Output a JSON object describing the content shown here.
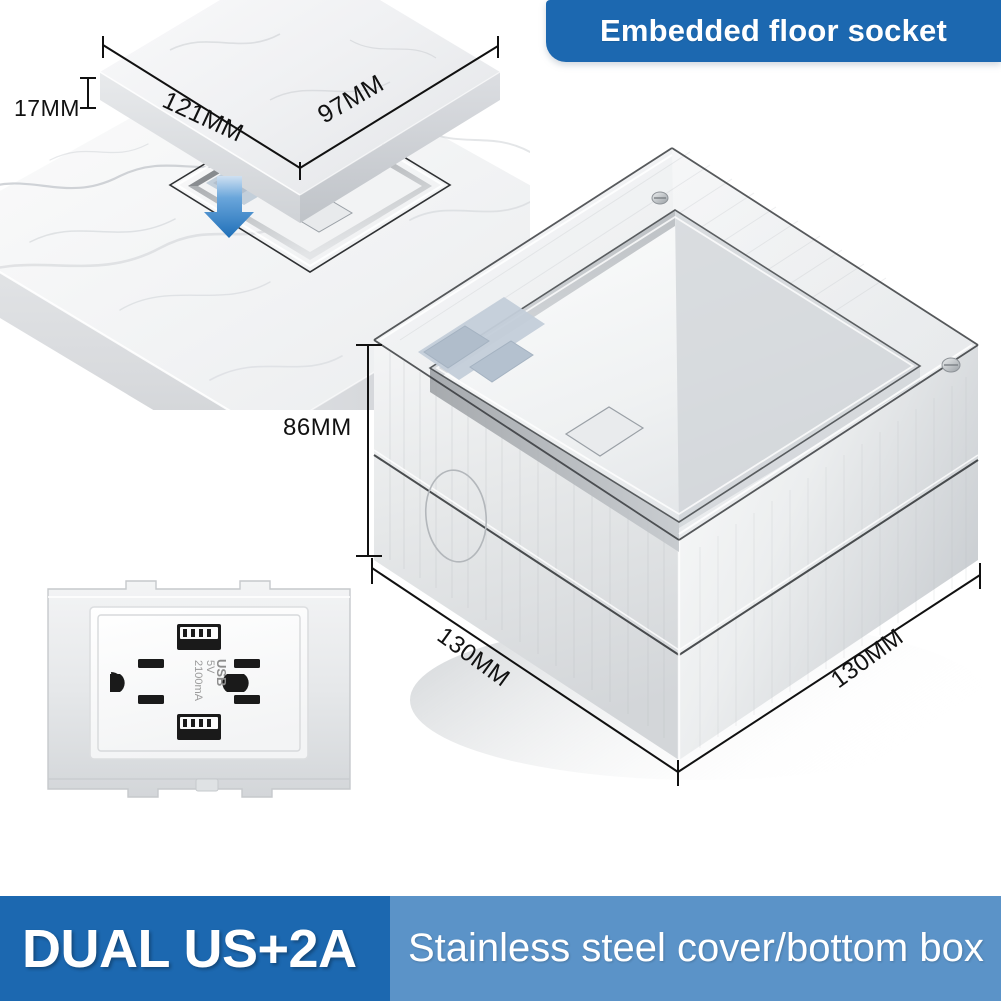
{
  "header": {
    "banner_title": "Embedded floor socket",
    "banner_color": "#1c68b0"
  },
  "footer": {
    "left_label": "DUAL US+2A",
    "right_label": "Stainless steel cover/bottom box",
    "left_color": "#1c68b0",
    "right_color": "#5b93c8"
  },
  "dimensions": {
    "cover_thickness": "17MM",
    "cover_length": "121MM",
    "cover_width": "97MM",
    "box_height": "86MM",
    "box_length": "130MM",
    "box_width": "130MM"
  },
  "socket": {
    "usb_label": "USB",
    "voltage": "5V",
    "current": "2100mA"
  },
  "icons": {
    "insert_arrow": "down-arrow-icon"
  }
}
